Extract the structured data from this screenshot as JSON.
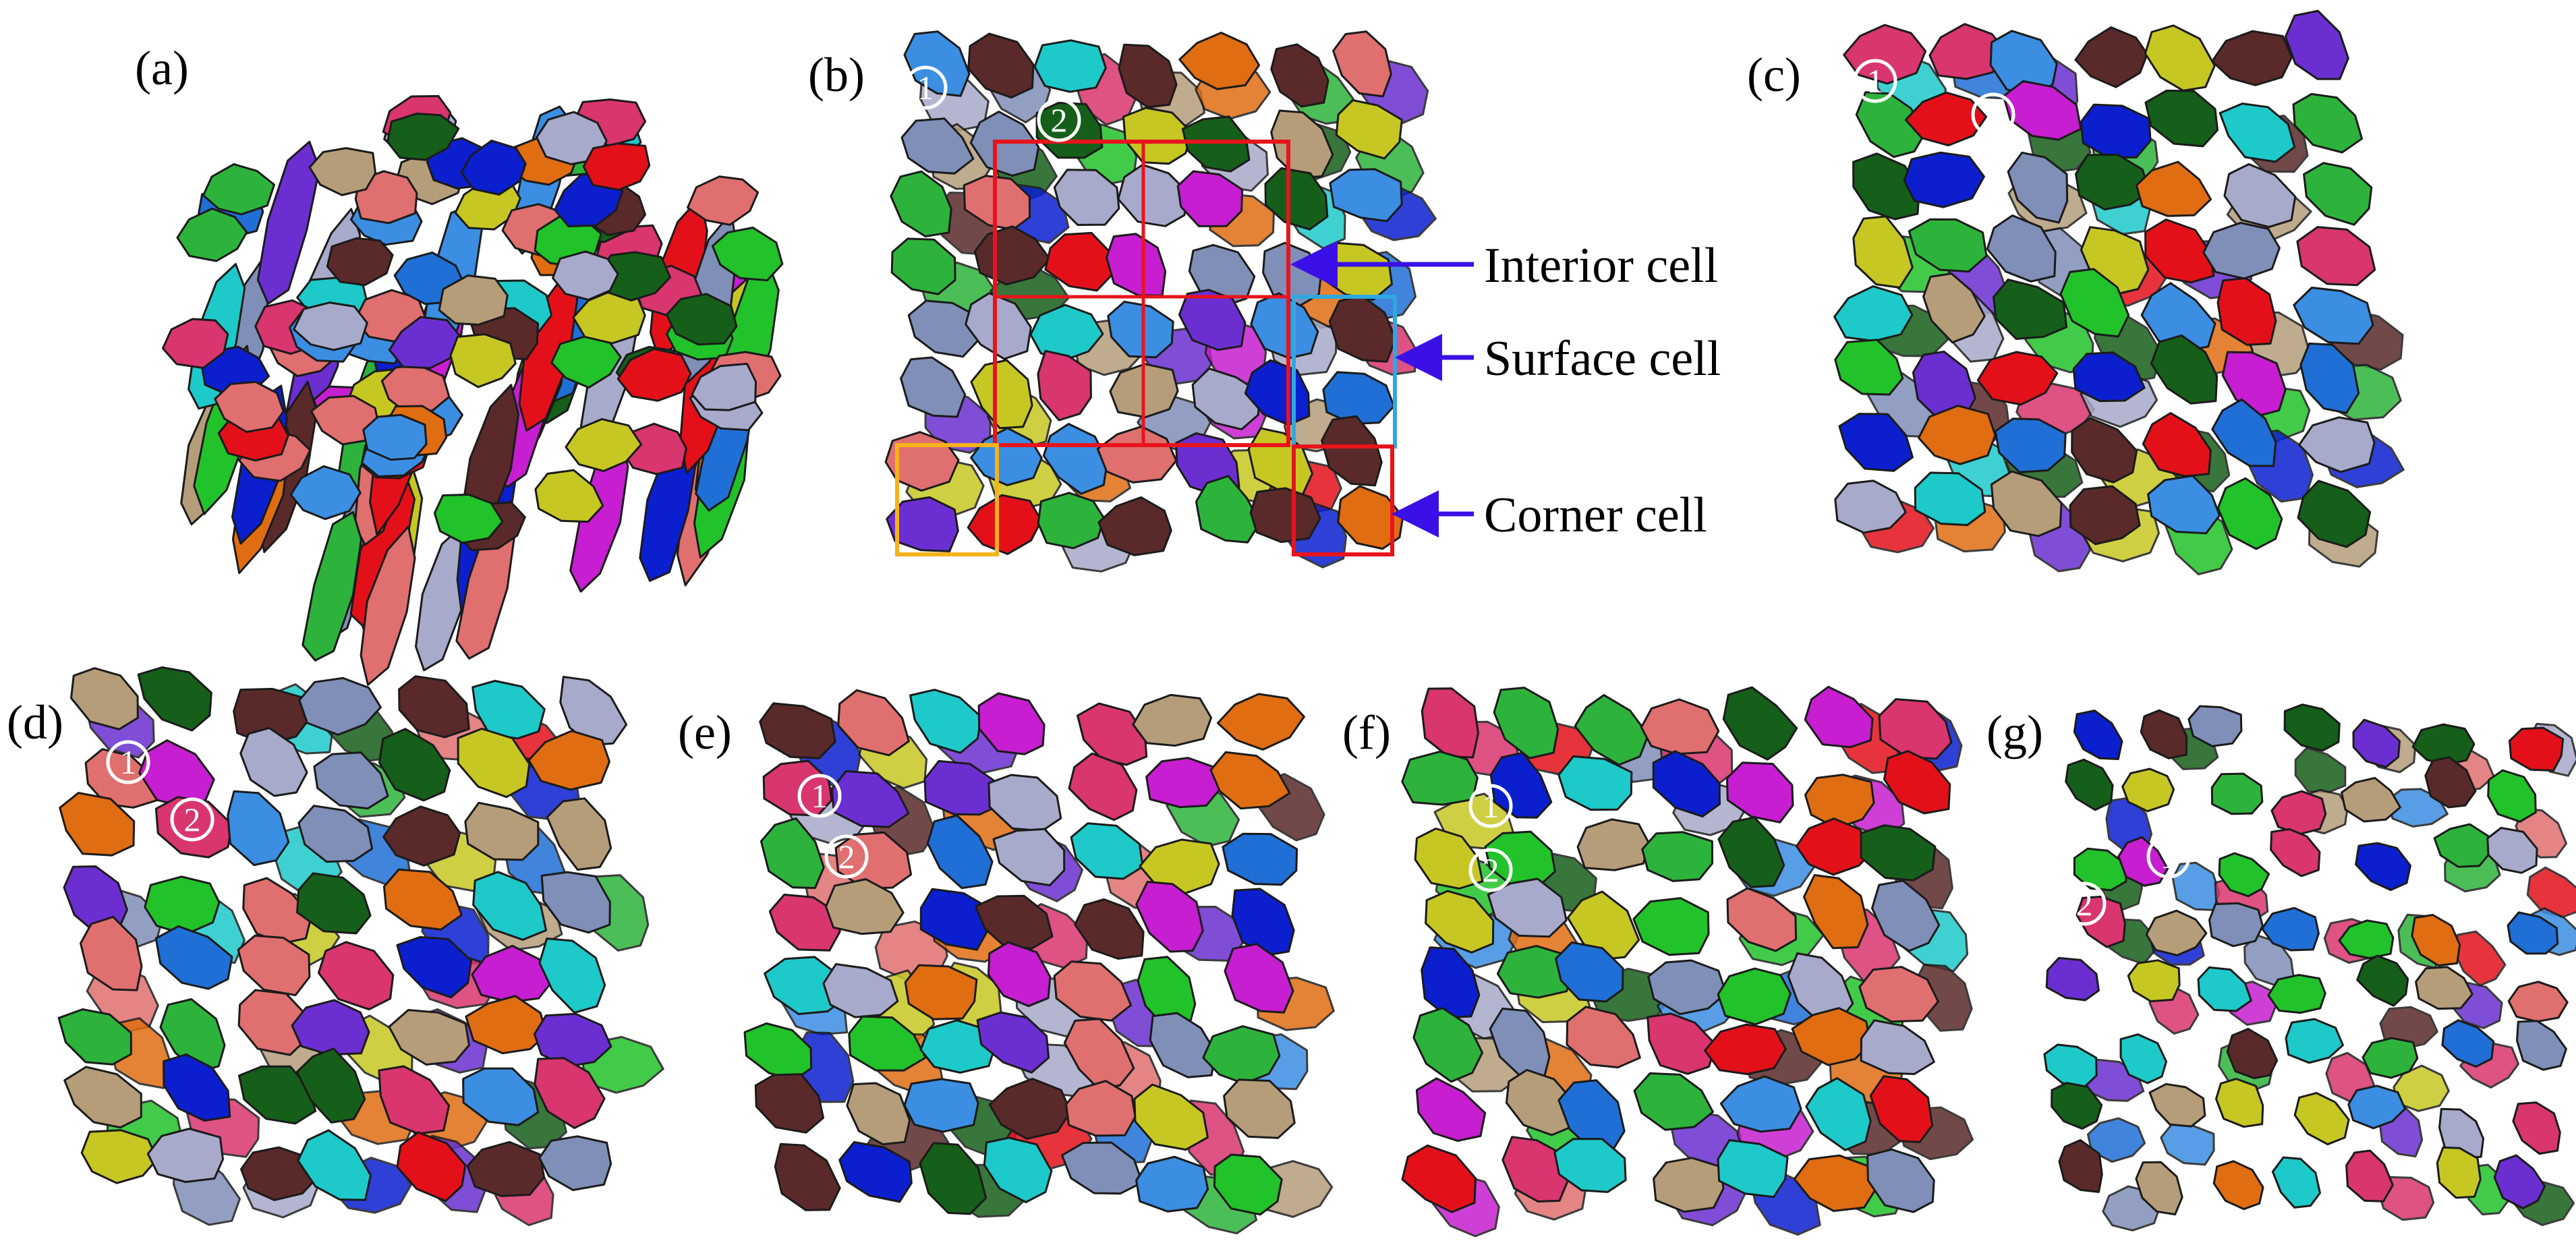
{
  "figure": {
    "panels": [
      {
        "id": "a",
        "label": "(a)"
      },
      {
        "id": "b",
        "label": "(b)"
      },
      {
        "id": "c",
        "label": "(c)"
      },
      {
        "id": "d",
        "label": "(d)"
      },
      {
        "id": "e",
        "label": "(e)"
      },
      {
        "id": "f",
        "label": "(f)"
      },
      {
        "id": "g",
        "label": "(g)"
      }
    ],
    "annotations": {
      "interior": "Interior cell",
      "surface": "Surface cell",
      "corner": "Corner cell"
    },
    "markers": {
      "one": "1",
      "two": "2"
    },
    "colors": {
      "interior_box": "#e8141c",
      "surface_box": "#2fa8e0",
      "corner_box": "#f6b21a",
      "corner_box_right": "#e8141c",
      "arrow": "#3a10e6",
      "marker_one": "#c8c8d8",
      "marker_two": "#5a2a2a"
    },
    "palette": [
      "#1f6fd6",
      "#7f8fb8",
      "#22c22a",
      "#d9356f",
      "#e06f6f",
      "#c61ed0",
      "#c7c723",
      "#1ec9c9",
      "#6b2fd1",
      "#b59d7a",
      "#0b1fcf",
      "#e3101a",
      "#e06d12",
      "#a7aaca",
      "#165f1a",
      "#5a2a2a",
      "#3b8ee2",
      "#2db33c"
    ]
  }
}
